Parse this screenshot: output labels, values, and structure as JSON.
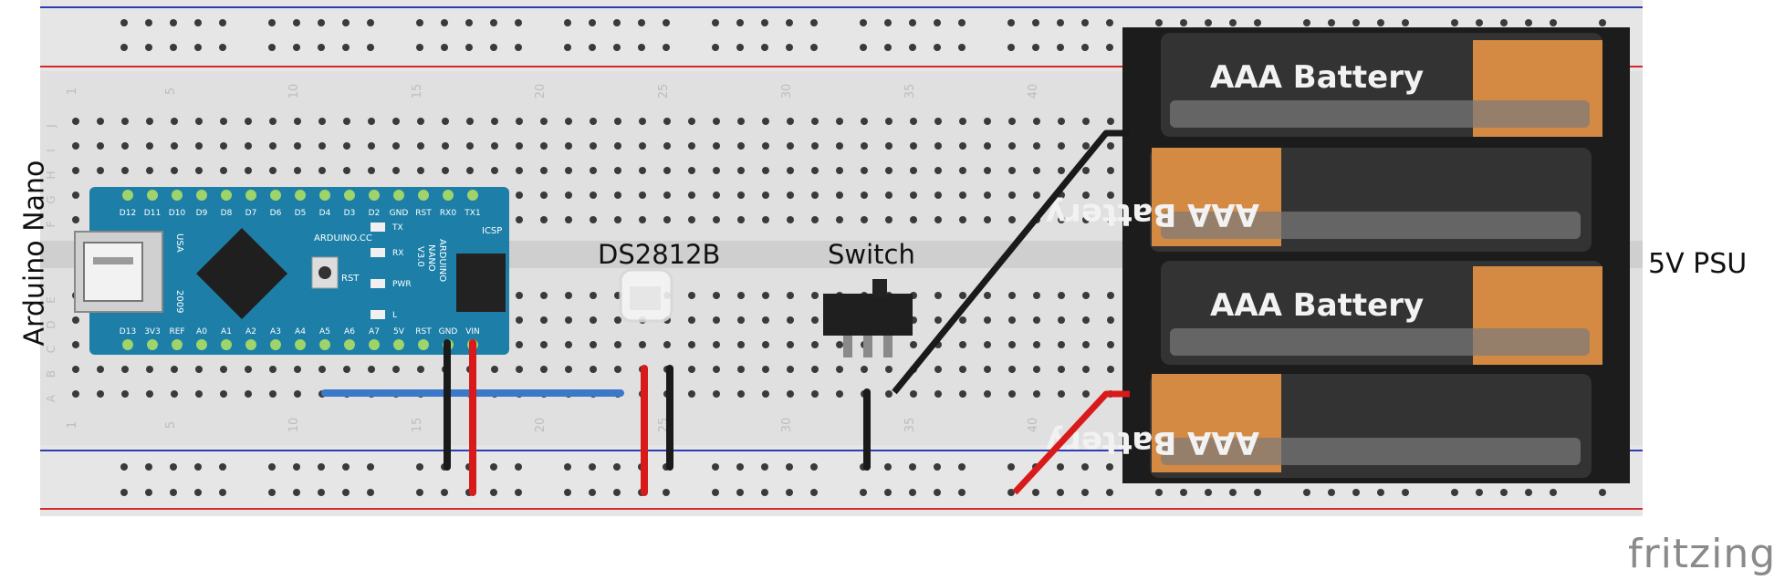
{
  "labels": {
    "arduino_title": "Arduino Nano",
    "psu_title": "5V PSU",
    "led_title": "DS2812B",
    "switch_title": "Switch",
    "watermark": "fritzing"
  },
  "breadboard": {
    "column_numbers": [
      "1",
      "5",
      "10",
      "15",
      "20",
      "25",
      "30",
      "35",
      "40"
    ],
    "row_letters": [
      "J",
      "I",
      "H",
      "G",
      "F",
      "E",
      "D",
      "C",
      "B",
      "A"
    ]
  },
  "arduino": {
    "top_pins": [
      "D12",
      "D11",
      "D10",
      "D9",
      "D8",
      "D7",
      "D6",
      "D5",
      "D4",
      "D3",
      "D2",
      "GND",
      "RST",
      "RX0",
      "TX1"
    ],
    "bottom_pins": [
      "D13",
      "3V3",
      "REF",
      "A0",
      "A1",
      "A2",
      "A3",
      "A4",
      "A5",
      "A6",
      "A7",
      "5V",
      "RST",
      "GND",
      "VIN"
    ],
    "brand": "ARDUINO.CC",
    "model_lines": [
      "ARDUINO",
      "NANO",
      "V3.0"
    ],
    "usa": "USA",
    "year": "2009",
    "rst": "RST",
    "icsp": "ICSP",
    "led_labels": [
      "TX",
      "RX",
      "PWR",
      "L"
    ]
  },
  "battery": {
    "label": "AAA Battery"
  },
  "colors": {
    "wire_black": "#1a1a1a",
    "wire_red": "#d91a1a",
    "wire_blue": "#3b78c9",
    "arduino_board": "#1d7fa8",
    "battery_gold": "#d58a43"
  }
}
